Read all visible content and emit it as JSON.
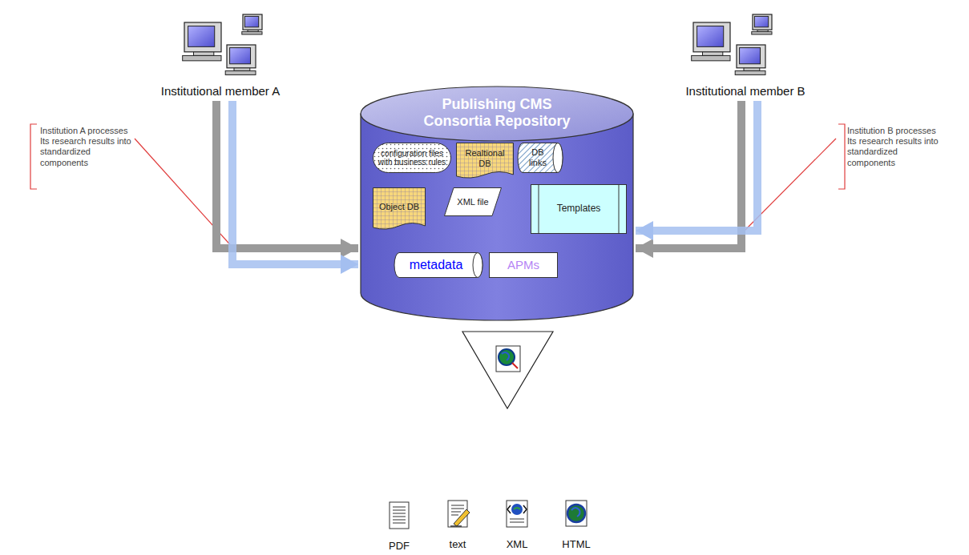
{
  "diagram": {
    "nodes": [
      {
        "text": [
          "Institutional member A"
        ]
      },
      {
        "text": [
          "Institutional member B"
        ]
      },
      {
        "text": [
          "Publishing CMS Consortia Repository"
        ]
      },
      {
        "text": [
          "configuration files with business rules"
        ],
        "in": 2
      },
      {
        "text": [
          "Realtional DB"
        ],
        "in": 2
      },
      {
        "text": [
          "DB links"
        ],
        "in": 2
      },
      {
        "text": [
          "Object DB"
        ],
        "in": 2
      },
      {
        "text": [
          "XML file"
        ],
        "in": 2
      },
      {
        "text": [
          "Templates"
        ],
        "in": 2
      },
      {
        "text": [
          "metadata"
        ],
        "in": 2
      },
      {
        "text": [
          "APMs"
        ],
        "in": 2
      }
    ],
    "edges": [
      {
        "from": 0,
        "to": 2,
        "arrow": "to"
      },
      {
        "from": 0,
        "to": 2,
        "arrow": "to"
      },
      {
        "from": 1,
        "to": 2,
        "arrow": "to"
      },
      {
        "from": 1,
        "to": 2,
        "arrow": "to"
      }
    ],
    "labels": [
      "Institution A processes Its research results into standardized components",
      "Institution B processes Its research results into standardized components",
      "PDF",
      "text",
      "XML",
      "HTML"
    ]
  }
}
